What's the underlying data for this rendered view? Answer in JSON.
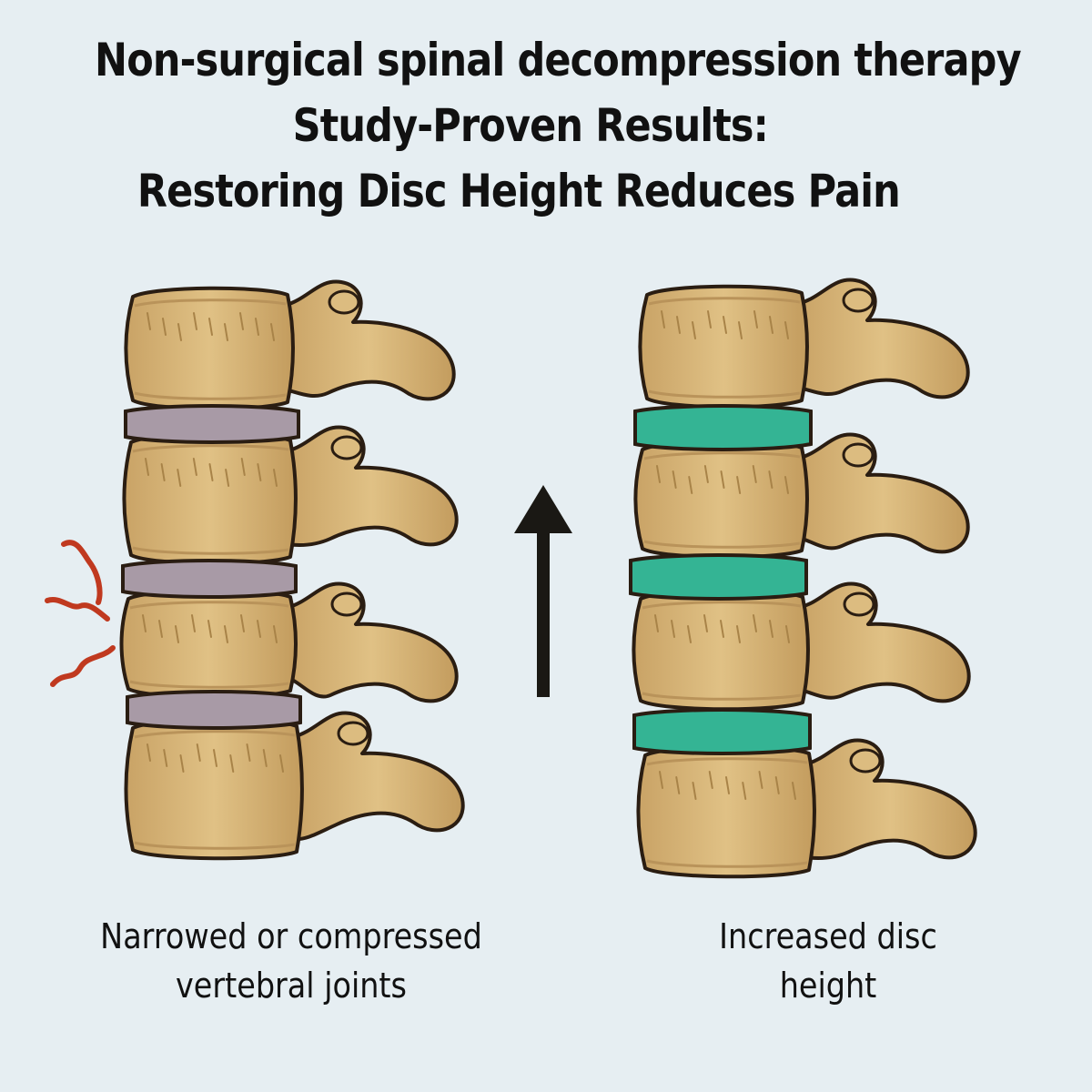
{
  "title": {
    "line1": "Non-surgical spinal decompression therapy",
    "line2": "Study-Proven Results:",
    "line3": "Restoring Disc Height Reduces Pain"
  },
  "left_panel": {
    "caption_line1": "Narrowed or compressed",
    "caption_line2": "vertebral joints",
    "disc_color": "#a89aa6"
  },
  "right_panel": {
    "caption_line1": "Increased disc",
    "caption_line2": "height",
    "disc_color": "#34b494"
  },
  "colors": {
    "bone": "#d8b578",
    "bone_shadow": "#b9935a",
    "outline": "#2a1d12",
    "pain_marks": "#c0391f",
    "arrow": "#1a1814",
    "background": "#e6eef2"
  },
  "icons": {
    "arrow": "up-arrow-icon",
    "pain": "pain-squiggle-icon"
  }
}
